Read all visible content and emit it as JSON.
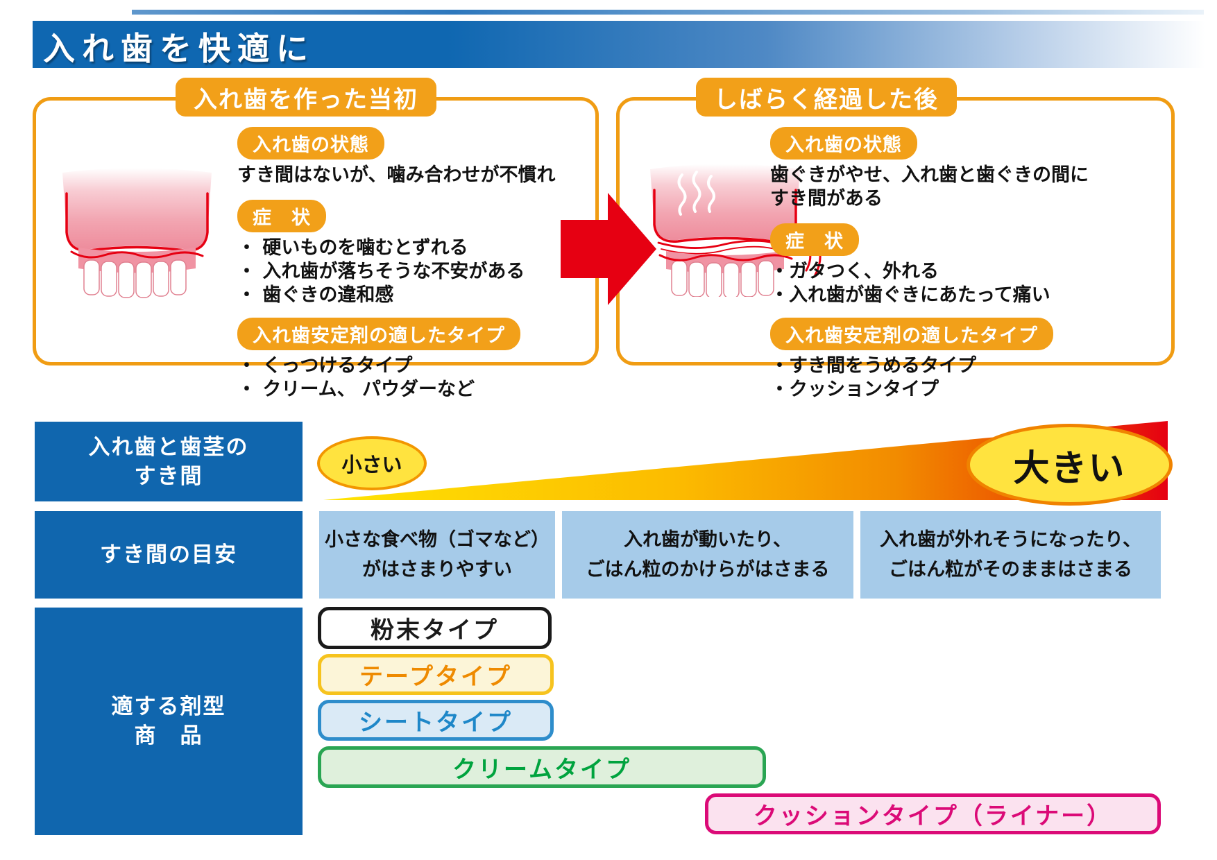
{
  "header": {
    "title": "入れ歯を快適に"
  },
  "panels": [
    {
      "title": "入れ歯を作った当初",
      "state_label": "入れ歯の状態",
      "state_lines": [
        "すき間はないが、噛み合わせが不慣れ"
      ],
      "symptom_label": "症　状",
      "symptom_items": [
        "・ 硬いものを噛むとずれる",
        "・ 入れ歯が落ちそうな不安がある",
        "・ 歯ぐきの違和感"
      ],
      "stabilizer_label": "入れ歯安定剤の適したタイプ",
      "stabilizer_items": [
        "・ くっつけるタイプ",
        "・ クリーム、 パウダーなど"
      ]
    },
    {
      "title": "しばらく経過した後",
      "state_label": "入れ歯の状態",
      "state_lines": [
        "歯ぐきがやせ、入れ歯と歯ぐきの間に",
        "すき間がある"
      ],
      "symptom_label": "症　状",
      "symptom_items": [
        "・ガタつく、外れる",
        "・入れ歯が歯ぐきにあたって痛い"
      ],
      "stabilizer_label": "入れ歯安定剤の適したタイプ",
      "stabilizer_items": [
        "・すき間をうめるタイプ",
        "・クッションタイプ"
      ]
    }
  ],
  "gap_row": {
    "label_lines": [
      "入れ歯と歯茎の",
      "すき間"
    ],
    "small_label": "小さい",
    "large_label": "大きい"
  },
  "guide_row": {
    "label": "すき間の目安",
    "boxes": [
      {
        "lines": [
          "小さな食べ物（ゴマなど）",
          "がはさまりやすい"
        ]
      },
      {
        "lines": [
          "入れ歯が動いたり、",
          "ごはん粒のかけらがはさまる"
        ]
      },
      {
        "lines": [
          "入れ歯が外れそうになったり、",
          "ごはん粒がそのままはさまる"
        ]
      }
    ]
  },
  "product_row": {
    "label_lines": [
      "適する剤型",
      "商　品"
    ],
    "bars": [
      {
        "label": "粉末タイプ",
        "bg": "#FFFFFF",
        "border": "#1A1A1A",
        "text_color": "#1A1A1A"
      },
      {
        "label": "テープタイプ",
        "bg": "#FCF5D8",
        "border": "#F6C31E",
        "text_color": "#EE8A00"
      },
      {
        "label": "シートタイプ",
        "bg": "#DAEAF6",
        "border": "#2E8DCB",
        "text_color": "#1E87C8"
      },
      {
        "label": "クリームタイプ",
        "bg": "#DFF0DC",
        "border": "#2AA553",
        "text_color": "#00A33E"
      },
      {
        "label": "クッションタイプ（ライナー）",
        "bg": "#FBE2EF",
        "border": "#DB0A77",
        "text_color": "#DB0A77"
      }
    ]
  },
  "colors": {
    "header_blue": "#0F67B1",
    "accent_orange": "#F2A019",
    "label_blue": "#1066AE",
    "light_blue": "#A6CBE9",
    "arrow_red": "#E60012",
    "ellipse_yellow": "#FFE33F",
    "triangle_gradient": [
      "#FFE403",
      "#FCBB00",
      "#F28B00",
      "#E60012"
    ]
  }
}
